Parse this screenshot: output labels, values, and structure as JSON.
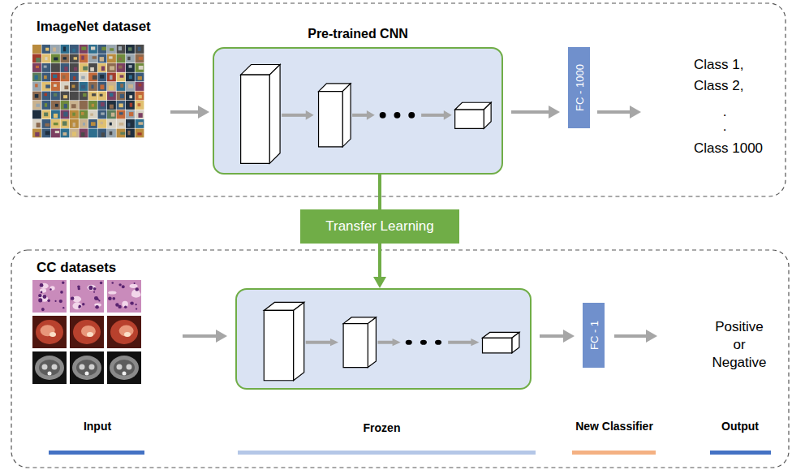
{
  "diagram": {
    "nodes": [
      {
        "text": [
          "Pre-trained CNN"
        ]
      },
      {
        "text": [
          "FC - 1000"
        ]
      },
      {
        "text": [
          "Transfer Learning"
        ]
      },
      {
        "text": [
          "Frozen"
        ]
      },
      {
        "text": [
          "FC - 1"
        ]
      }
    ],
    "edges": [
      {
        "from": 0,
        "to": 1,
        "arrow": "to"
      },
      {
        "from": 0,
        "to": 2,
        "arrow": "none"
      },
      {
        "from": 2,
        "to": 3,
        "arrow": "to"
      },
      {
        "from": 3,
        "to": 4,
        "arrow": "to"
      }
    ],
    "labels": [
      "ImageNet dataset",
      "Class 1,",
      "Class 2,",
      ".",
      ".",
      "Class 1000",
      "CC datasets",
      "Positive or Negative",
      "Input",
      "New Classifier",
      "Output"
    ]
  }
}
